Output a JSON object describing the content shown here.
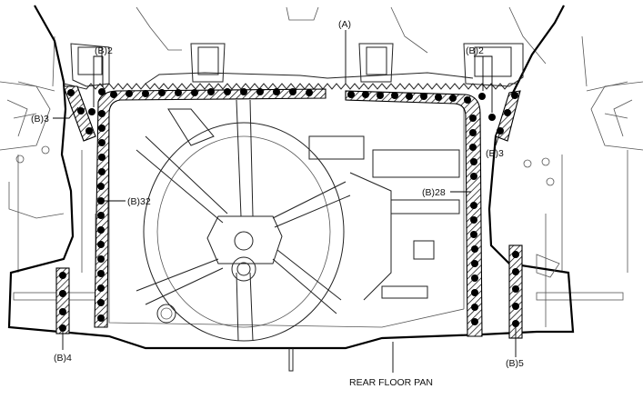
{
  "labels": {
    "a": "(A)",
    "b2_left": "(B)2",
    "b2_right": "(B)2",
    "b3_left": "(B)3",
    "b3_right": "(B)3",
    "b32": "(B)32",
    "b28": "(B)28",
    "b4": "(B)4",
    "b5": "(B)5",
    "rear_floor_pan": "REAR FLOOR PAN"
  }
}
